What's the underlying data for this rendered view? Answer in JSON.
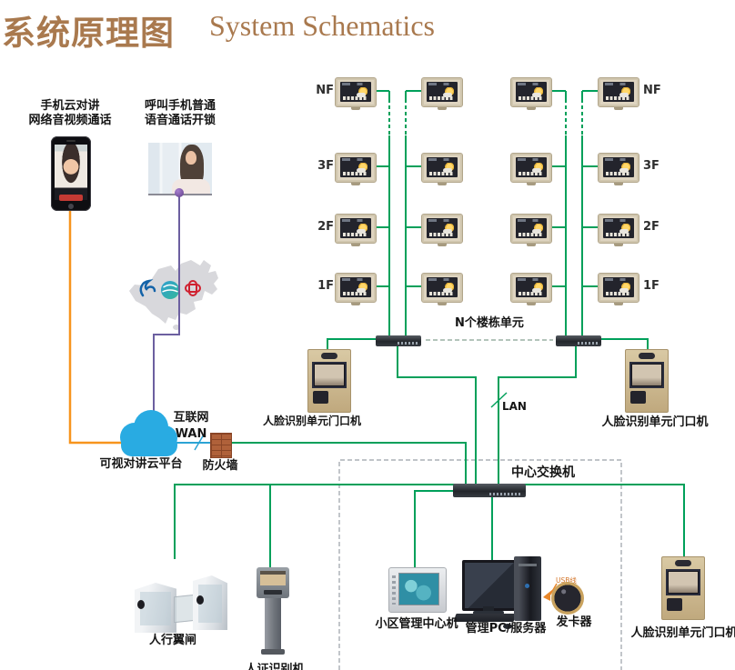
{
  "title": {
    "zh": "系统原理图",
    "en": "System Schematics"
  },
  "cloud_section": {
    "phone_caption": [
      "手机云对讲",
      "网络音视频通话"
    ],
    "call_caption": [
      "呼叫手机普通",
      "语音通话开锁"
    ],
    "internet_label": "互联网",
    "wan_label": "WAN",
    "platform_label": "可视对讲云平台",
    "firewall_label": "防火墙"
  },
  "buildings": {
    "floors": [
      "NF",
      "3F",
      "2F",
      "1F"
    ],
    "units_label": "N个楼栋单元",
    "door_station_left_label": "人脸识别单元门口机",
    "door_station_right_label": "人脸识别单元门口机",
    "lan_label": "LAN"
  },
  "core": {
    "switch_label": "中心交换机"
  },
  "management": {
    "gate_label": "人行翼闸",
    "pillar_label": "人证识别机",
    "center_console_label": "小区管理中心机",
    "pc_label": "管理PC/服务器",
    "card_issuer_label": "发卡器",
    "usb_label": "USB线",
    "door_station_label": "人脸识别单元门口机"
  },
  "colors": {
    "accent": "#A9794E",
    "line_green": "#00A05A",
    "line_orange": "#F7941D",
    "line_purple": "#6C5FA0",
    "line_teal": "#2BA3D4",
    "cloud_blue": "#29ABE2"
  }
}
